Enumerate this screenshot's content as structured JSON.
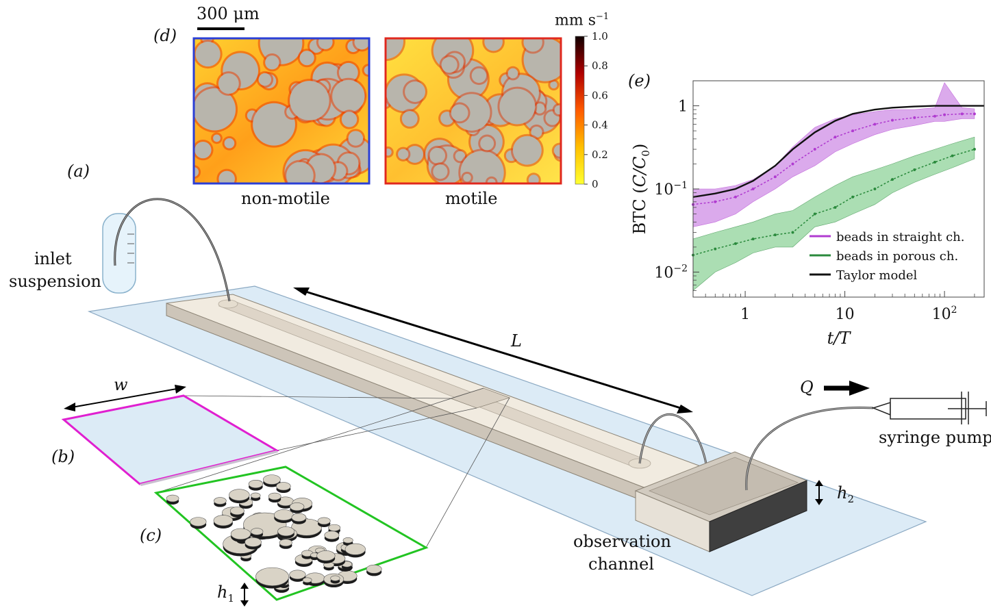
{
  "panels": {
    "a": "(a)",
    "b": "(b)",
    "c": "(c)",
    "d": "(d)",
    "e": "(e)"
  },
  "labels": {
    "inlet_line1": "inlet",
    "inlet_line2": "suspension",
    "length": "L",
    "width": "w",
    "h1": "h",
    "h1_sub": "1",
    "h2": "h",
    "h2_sub": "2",
    "flow": "Q",
    "pump": "syringe pump",
    "obs_line1": "observation",
    "obs_line2": "channel"
  },
  "panel_d": {
    "scale_bar": "300 μm",
    "left_caption": "non-motile",
    "right_caption": "motile",
    "colorbar_unit": "mm s",
    "colorbar_unit_exp": "−1",
    "colorbar_ticks": [
      "1.0",
      "0.8",
      "0.6",
      "0.4",
      "0.2",
      "0"
    ],
    "left_border_color": "#2a3fd6",
    "right_border_color": "#e0281e"
  },
  "chart_data": {
    "type": "line",
    "title": "",
    "xlabel": "t/T",
    "ylabel": "BTC (C/C0)",
    "xscale": "log",
    "yscale": "log",
    "xlim": [
      0.3,
      250
    ],
    "ylim": [
      0.005,
      2
    ],
    "x_ticks": [
      "1",
      "10",
      "10^2"
    ],
    "y_ticks": [
      "1",
      "10^-1",
      "10^-2"
    ],
    "legend_position": "bottom-right",
    "series": [
      {
        "name": "beads in straight ch.",
        "color": "#b03bd0",
        "band_color": "#cf8ee6",
        "x": [
          0.3,
          0.5,
          0.8,
          1.2,
          2,
          3,
          5,
          8,
          12,
          20,
          30,
          50,
          80,
          100,
          150,
          200
        ],
        "y": [
          0.065,
          0.07,
          0.08,
          0.1,
          0.14,
          0.2,
          0.3,
          0.42,
          0.5,
          0.6,
          0.67,
          0.72,
          0.75,
          0.78,
          0.8,
          0.8
        ],
        "upper": [
          0.1,
          0.1,
          0.11,
          0.13,
          0.19,
          0.32,
          0.55,
          0.7,
          0.78,
          0.85,
          0.9,
          0.9,
          0.95,
          1.9,
          0.95,
          0.92
        ],
        "lower": [
          0.035,
          0.04,
          0.05,
          0.07,
          0.1,
          0.14,
          0.19,
          0.28,
          0.35,
          0.45,
          0.52,
          0.58,
          0.65,
          0.65,
          0.7,
          0.7
        ]
      },
      {
        "name": "beads in porous ch.",
        "color": "#2a8a3c",
        "band_color": "#8fd39a",
        "x": [
          0.3,
          0.5,
          0.8,
          1.2,
          2,
          3,
          5,
          8,
          12,
          20,
          30,
          50,
          80,
          120,
          200
        ],
        "y": [
          0.016,
          0.019,
          0.022,
          0.025,
          0.028,
          0.03,
          0.05,
          0.06,
          0.08,
          0.1,
          0.13,
          0.17,
          0.21,
          0.25,
          0.3
        ],
        "upper": [
          0.025,
          0.03,
          0.035,
          0.04,
          0.05,
          0.055,
          0.08,
          0.11,
          0.14,
          0.17,
          0.2,
          0.25,
          0.3,
          0.35,
          0.42
        ],
        "lower": [
          0.006,
          0.01,
          0.013,
          0.017,
          0.02,
          0.02,
          0.035,
          0.04,
          0.05,
          0.065,
          0.09,
          0.12,
          0.15,
          0.18,
          0.23
        ]
      },
      {
        "name": "Taylor model",
        "color": "#111111",
        "x": [
          0.3,
          0.5,
          0.8,
          1.2,
          2,
          3,
          5,
          8,
          12,
          20,
          30,
          50,
          80,
          120,
          200,
          250
        ],
        "y": [
          0.08,
          0.088,
          0.1,
          0.125,
          0.19,
          0.3,
          0.48,
          0.66,
          0.8,
          0.9,
          0.95,
          0.98,
          1.0,
          1.0,
          1.0,
          1.0
        ]
      }
    ]
  }
}
